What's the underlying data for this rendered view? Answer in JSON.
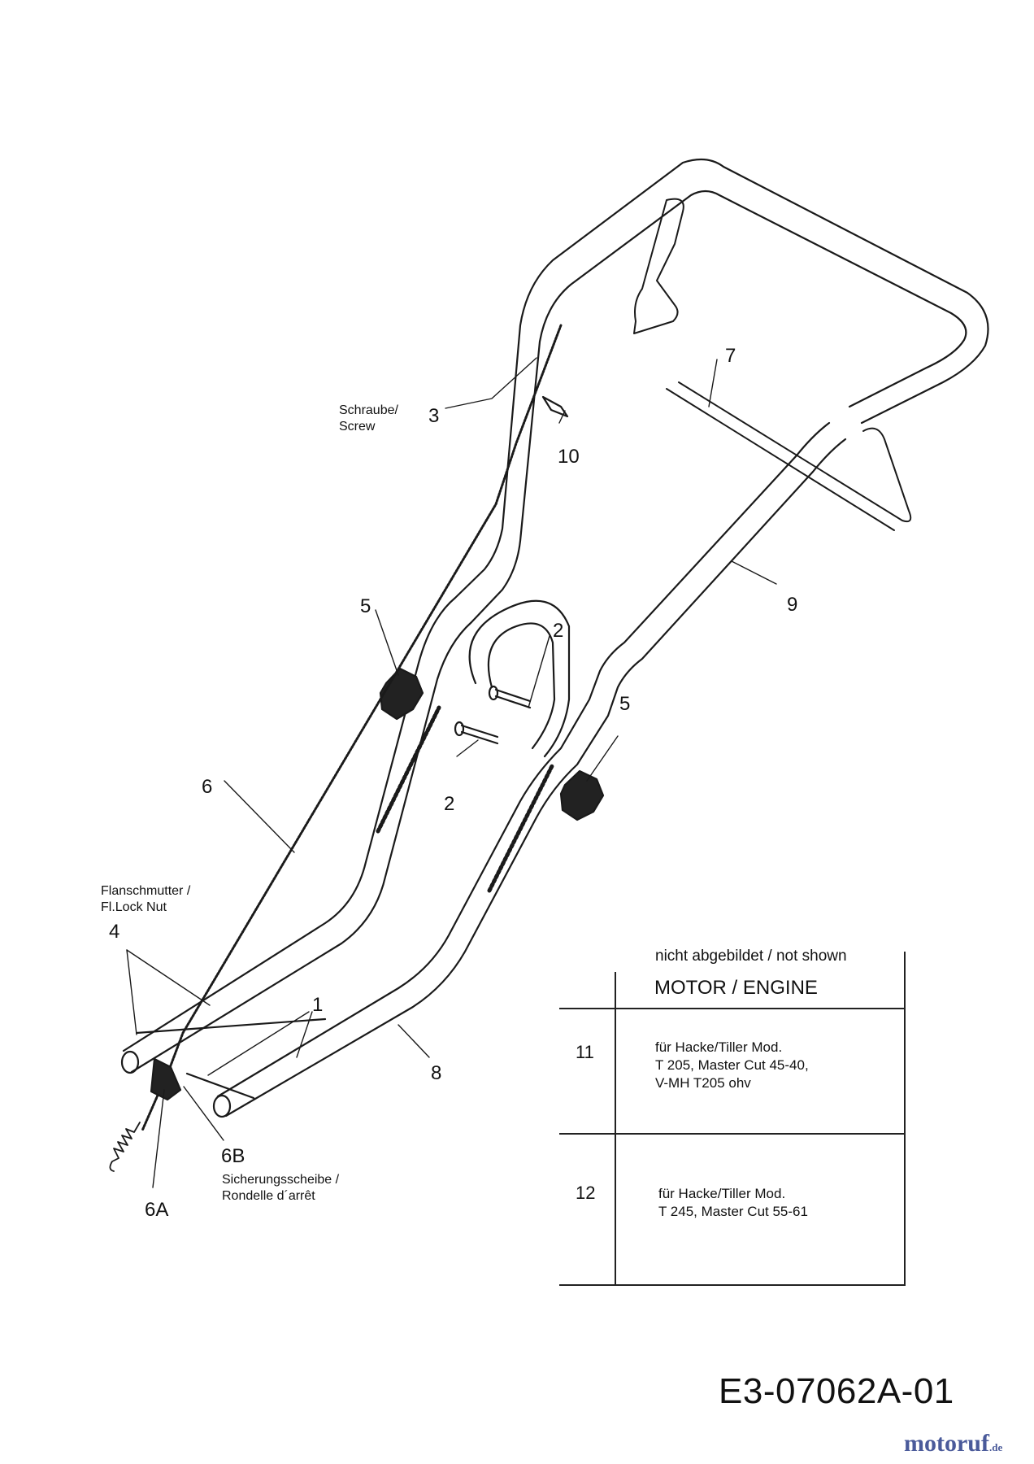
{
  "callouts": {
    "c1": "1",
    "c2a": "2",
    "c2b": "2",
    "c3": "3",
    "c4": "4",
    "c5a": "5",
    "c5b": "5",
    "c6": "6",
    "c6a": "6A",
    "c6b": "6B",
    "c7": "7",
    "c8": "8",
    "c9": "9",
    "c10": "10"
  },
  "notes": {
    "screw": [
      "Schraube/",
      "Screw"
    ],
    "flange_nut": [
      "Flanschmutter /",
      "Fl.Lock Nut"
    ],
    "lock_washer": [
      "Sicherungsscheibe /",
      "Rondelle d´arrêt"
    ]
  },
  "table": {
    "caption": "nicht abgebildet / not shown",
    "header": "MOTOR / ENGINE",
    "rows": [
      {
        "num": "11",
        "desc": [
          "für Hacke/Tiller Mod.",
          "T 205, Master Cut 45-40,",
          "V-MH T205 ohv"
        ]
      },
      {
        "num": "12",
        "desc": [
          "für Hacke/Tiller Mod.",
          "T 245, Master Cut 55-61"
        ]
      }
    ]
  },
  "diagram_code": "E3-07062A-01",
  "brand": {
    "name": "motoruf",
    "suffix": ".de"
  }
}
